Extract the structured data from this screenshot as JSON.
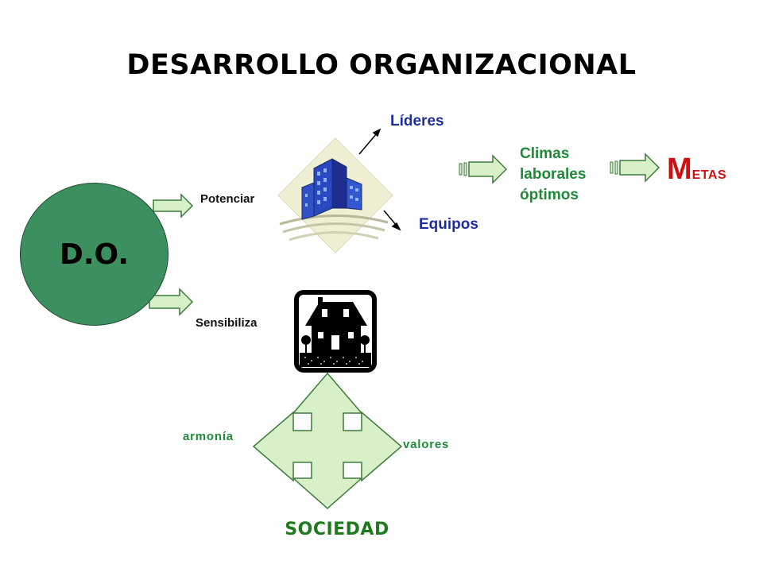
{
  "title": "DESARROLLO ORGANIZACIONAL",
  "center_node": "D.O.",
  "left_arrows": {
    "upper_label": "Potenciar",
    "lower_label": "Sensibiliza"
  },
  "branches": {
    "leaders": "Líderes",
    "teams": "Equipos"
  },
  "climate_lines": [
    "Climas",
    "laborales",
    "óptimos"
  ],
  "goals": {
    "initial": "M",
    "rest": "ETAS"
  },
  "cross_labels": {
    "left": "armonía",
    "right": "valores"
  },
  "bottom_node": "SOCIEDAD",
  "colors": {
    "title": "#000000",
    "circle_fill": "#3c9060",
    "blue_text": "#1f2e9e",
    "green_text": "#1f8a3a",
    "goals_text": "#d01010",
    "arrow_fill": "#d8f0c8",
    "cross_fill": "#d8f0c8"
  },
  "icons": [
    "office-buildings-icon",
    "house-icon"
  ]
}
